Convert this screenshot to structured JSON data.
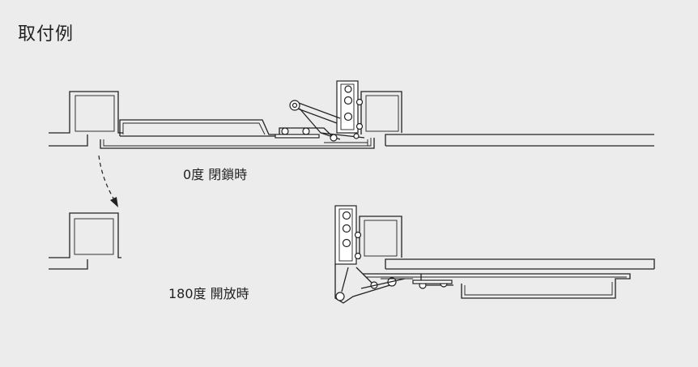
{
  "title": "取付例",
  "states": {
    "closed": {
      "label": "0度 閉鎖時"
    },
    "open": {
      "label": "180度 開放時"
    }
  },
  "colors": {
    "background": "#ececec",
    "line": "#222222",
    "fill": "#ffffff"
  }
}
